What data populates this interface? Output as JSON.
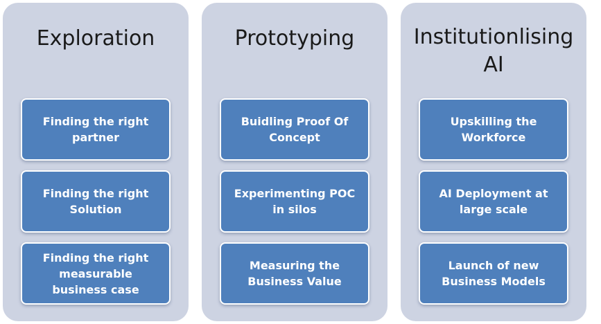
{
  "columns": [
    {
      "title": "Exploration",
      "items": [
        "Finding the right partner",
        "Finding the right Solution",
        "Finding the right measurable business case"
      ]
    },
    {
      "title": "Prototyping",
      "items": [
        "Buidling Proof Of Concept",
        "Experimenting POC in silos",
        "Measuring the Business Value"
      ]
    },
    {
      "title": "Institutionlising AI",
      "items": [
        "Upskilling the Workforce",
        "AI Deployment  at large scale",
        "Launch of new Business Models"
      ]
    }
  ],
  "colors": {
    "column_background": "#cdd3e2",
    "box_fill": "#4f80bc",
    "box_border": "#ffffff",
    "box_text": "#ffffff",
    "title_text": "#1a1a1a"
  }
}
